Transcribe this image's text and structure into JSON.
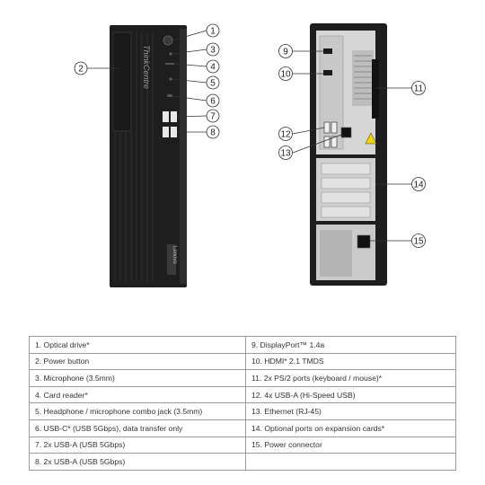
{
  "front_callouts": [
    "1",
    "2",
    "3",
    "4",
    "5",
    "6",
    "7",
    "8"
  ],
  "rear_callouts": [
    "9",
    "10",
    "11",
    "12",
    "13",
    "14",
    "15"
  ],
  "brand": {
    "front_logo": "ThinkCentre",
    "badge": "Lenovo"
  },
  "colors": {
    "chassis": "#1e1e1e",
    "panel": "#2a2a2a",
    "rear_panel": "#d8d8d8",
    "warning": "#f2d400",
    "table_border": "#9a9a9a"
  },
  "table": {
    "rows": [
      [
        "1.  Optical drive*",
        "9.  DisplayPort™ 1.4a"
      ],
      [
        "2.  Power button",
        "10. HDMI* 2.1 TMDS"
      ],
      [
        "3.  Microphone (3.5mm)",
        "11.  2x PS/2 ports (keyboard / mouse)*"
      ],
      [
        "4.  Card reader*",
        "12. 4x USB-A (Hi-Speed USB)"
      ],
      [
        "5.  Headphone / microphone combo jack (3.5mm)",
        "13. Ethernet (RJ-45)"
      ],
      [
        "6.  USB-C* (USB 5Gbps), data transfer only",
        "14. Optional ports on expansion cards*"
      ],
      [
        "7.  2x USB-A (USB 5Gbps)",
        "15. Power connector"
      ],
      [
        "8.  2x USB-A (USB 5Gbps)",
        ""
      ]
    ]
  }
}
